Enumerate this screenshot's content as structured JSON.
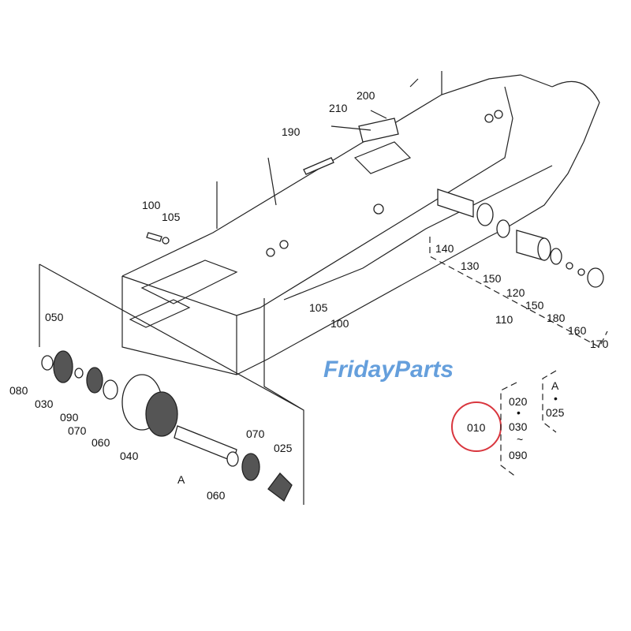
{
  "diagram": {
    "watermark": "FridayParts",
    "highlight_color": "#d9363e",
    "highlighted_part": "010",
    "labels": {
      "l200": "200",
      "l210": "210",
      "l190": "190",
      "l100a": "100",
      "l105a": "105",
      "l140": "140",
      "l130": "130",
      "l150a": "150",
      "l120": "120",
      "l150b": "150",
      "l110": "110",
      "l180": "180",
      "l160": "160",
      "l170": "170",
      "l050": "050",
      "l080": "080",
      "l030": "030",
      "l090": "090",
      "l070a": "070",
      "l060a": "060",
      "l040": "040",
      "lA": "A",
      "l060b": "060",
      "l070b": "070",
      "l025": "025",
      "l105b": "105",
      "l100b": "100"
    },
    "legend": {
      "main": "010",
      "group1": [
        "020",
        "•",
        "030",
        "~",
        "090"
      ],
      "group2": [
        "A",
        "•",
        "025"
      ]
    }
  }
}
